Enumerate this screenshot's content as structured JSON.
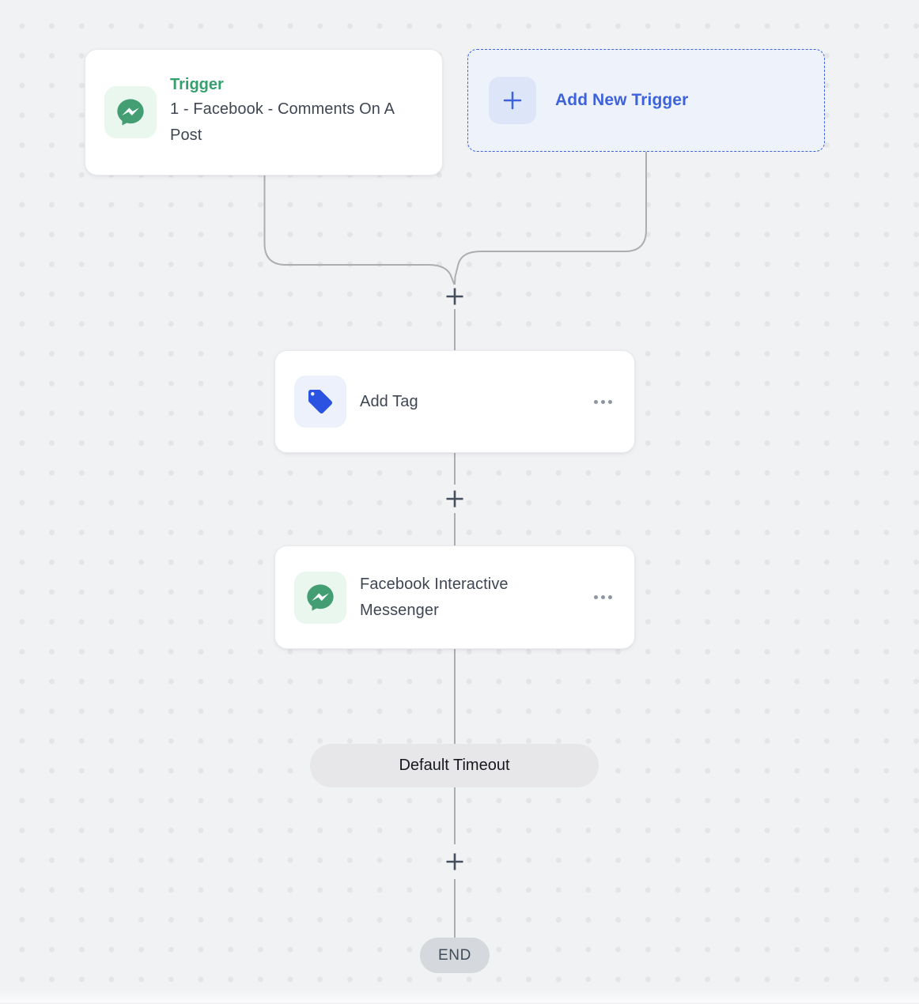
{
  "theme": {
    "canvas_bg": "#F1F2F4",
    "dot_color": "#E4E5E7",
    "card_bg": "#FFFFFF",
    "card_border": "#E9EAEC",
    "line_color": "#ACAEB2",
    "plus_color": "#454E5D",
    "green_text": "#33A16D",
    "green_icon": "#449E73",
    "green_icon_bg": "#E9F7EF",
    "blue_accent": "#3D62DC",
    "blue_icon": "#2B52E0",
    "blue_icon_bg": "#ECF1FB",
    "blue_card_bg": "#EEF3FB",
    "blue_plus_bg": "#DCE6F8",
    "text_dark": "#3F4653",
    "dots_color": "#8D95A0",
    "timeout_bg": "#E7E7E9",
    "timeout_text": "#16181D",
    "end_bg": "#D5D8DD",
    "end_text": "#414B59"
  },
  "nodes": {
    "trigger": {
      "label": "Trigger",
      "title": "1 - Facebook - Comments On A Post",
      "icon": "messenger-icon"
    },
    "add_new_trigger": {
      "label": "Add New Trigger",
      "icon": "plus-icon"
    },
    "add_tag": {
      "title": "Add Tag",
      "icon": "tag-icon"
    },
    "facebook_interactive": {
      "title": "Facebook Interactive Messenger",
      "icon": "messenger-icon"
    },
    "default_timeout": {
      "label": "Default Timeout"
    },
    "end": {
      "label": "END"
    }
  }
}
